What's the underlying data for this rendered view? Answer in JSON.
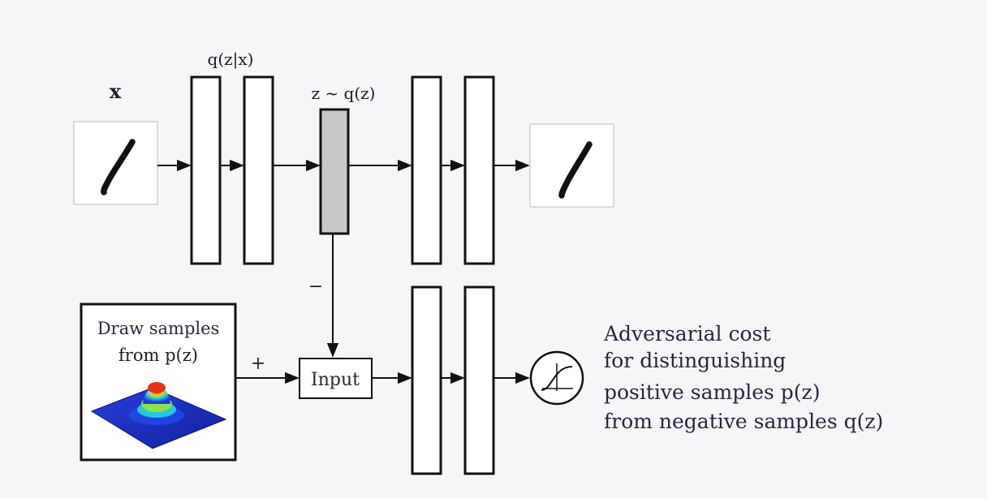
{
  "labels": {
    "input_x": "x",
    "encoder": "q(z|x)",
    "latent": "z ~ q(z)",
    "minus": "−",
    "plus": "+",
    "input_box": "Input",
    "prior_line1": "Draw samples",
    "prior_line2": "from p(z)"
  },
  "adversarial_text": [
    "Adversarial cost",
    "for distinguishing",
    "positive samples p(z)",
    "from negative samples q(z)"
  ],
  "colors": {
    "latent_fill": "#c8c8c8",
    "line": "#111111",
    "prior_gaussian_base": "#1a2fd6",
    "prior_gaussian_peak": "#e63b1a"
  },
  "icons": {
    "sigmoid": "sigmoid-icon"
  }
}
